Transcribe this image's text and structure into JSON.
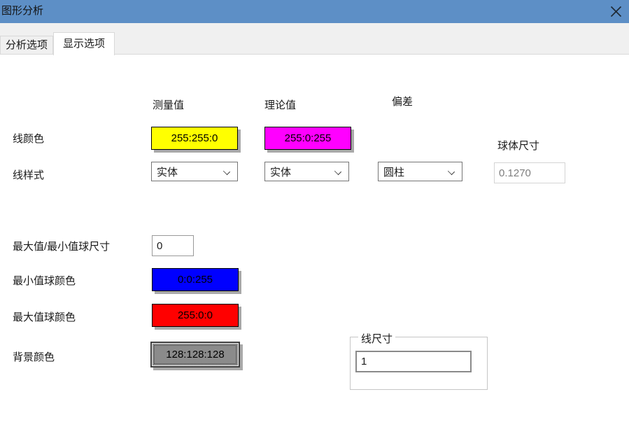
{
  "colors": {
    "titlebar": "#5d8fc6",
    "tabstrip_bg": "#f0f0f0",
    "content_bg": "#ffffff",
    "button_shadow": "#a9a9a9"
  },
  "titlebar": {
    "title": "图形分析"
  },
  "tabs": {
    "analysis": "分析选项",
    "display": "显示选项"
  },
  "headers": {
    "measured": "测量值",
    "theoretical": "理论值",
    "deviation": "偏差"
  },
  "labels": {
    "line_color": "线颜色",
    "line_style": "线样式",
    "sphere_size": "球体尺寸",
    "minmax_sphere_size": "最大值/最小值球尺寸",
    "min_sphere_color": "最小值球颜色",
    "max_sphere_color": "最大值球颜色",
    "background_color": "背景颜色",
    "line_size_group": "线尺寸"
  },
  "color_buttons": {
    "measured_line": {
      "label": "255:255:0",
      "color": "#ffff00"
    },
    "theoretical_line": {
      "label": "255:0:255",
      "color": "#ff00ff"
    },
    "min_sphere": {
      "label": "0:0:255",
      "color": "#0000ff"
    },
    "max_sphere": {
      "label": "255:0:0",
      "color": "#ff0000"
    },
    "background": {
      "label": "128:128:128",
      "color": "#8b8b8b"
    }
  },
  "dropdowns": {
    "measured_line_style": "实体",
    "theoretical_line_style": "实体",
    "deviation_style": "圆柱"
  },
  "inputs": {
    "sphere_size": "0.1270",
    "minmax_sphere_size": "0",
    "line_size": "1"
  }
}
